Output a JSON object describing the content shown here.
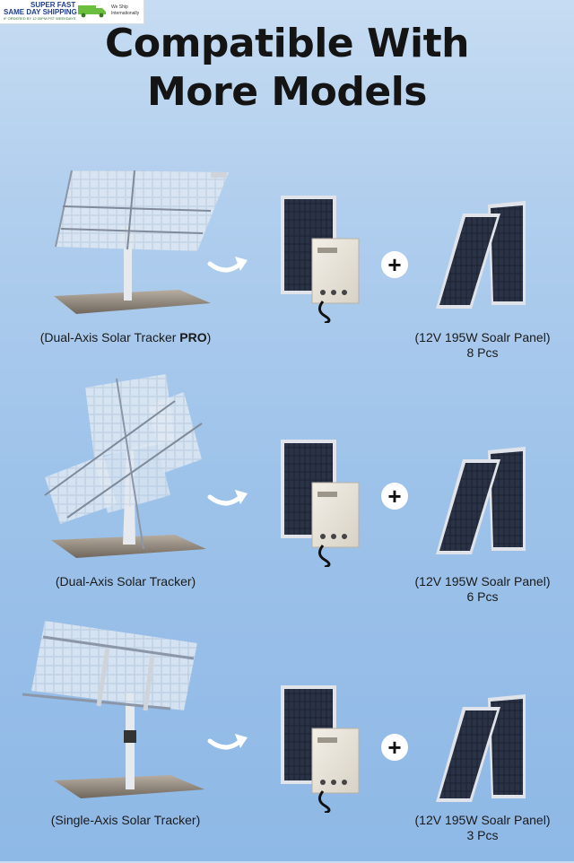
{
  "badge": {
    "line1": "SUPER FAST",
    "line2": "SAME DAY SHIPPING",
    "line3": "IF ORDERED BY 12:30PM PST WEEKDAYS",
    "ship_line1": "We Ship",
    "ship_line2": "Internationally"
  },
  "title": {
    "line1": "Compatible With",
    "line2": "More Models"
  },
  "rows": [
    {
      "tracker_label_main": "(Dual-Axis Solar Tracker ",
      "tracker_label_bold": "PRO",
      "tracker_label_end": ")",
      "panel_label": "(12V 195W Soalr Panel)",
      "panel_qty": "8 Pcs"
    },
    {
      "tracker_label_main": "(Dual-Axis Solar Tracker)",
      "tracker_label_bold": "",
      "tracker_label_end": "",
      "panel_label": "(12V 195W Soalr Panel)",
      "panel_qty": "6 Pcs"
    },
    {
      "tracker_label_main": "(Single-Axis Solar Tracker)",
      "tracker_label_bold": "",
      "tracker_label_end": "",
      "panel_label": "(12V 195W Soalr Panel)",
      "panel_qty": "3 Pcs"
    }
  ],
  "plus_symbol": "+",
  "colors": {
    "title": "#141414",
    "badge_text": "#1d3d8f",
    "truck": "#6abf3f"
  },
  "icons": [
    "truck-icon",
    "arrow-icon",
    "plus-icon"
  ]
}
